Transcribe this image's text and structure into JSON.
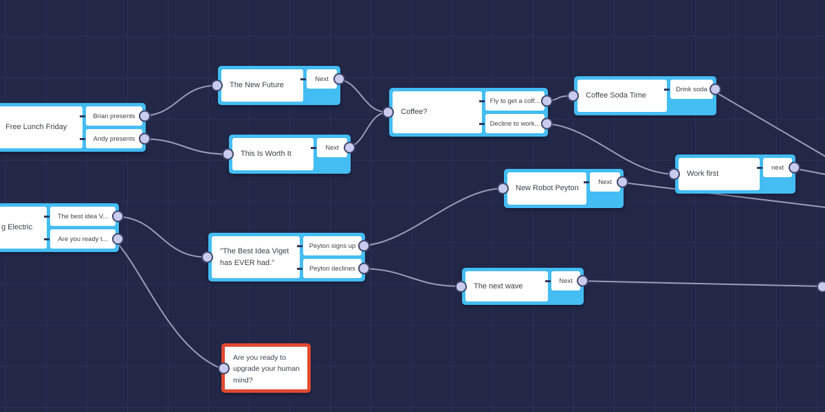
{
  "canvas": {
    "background": "#232849",
    "grid_color": "#2c3156"
  },
  "palette": {
    "node_accent": "#44bdf3",
    "alert_accent": "#e14a30",
    "wire": "#9c9fb8",
    "port_fill": "#c9cbee",
    "port_ring": "#3f4569"
  },
  "nodes": [
    {
      "id": "free-lunch-friday",
      "title": "Free Lunch Friday",
      "outputs": [
        "Brian presents",
        "Andy presents"
      ]
    },
    {
      "id": "the-new-future",
      "title": "The New Future",
      "outputs": [
        "Next"
      ]
    },
    {
      "id": "this-is-worth-it",
      "title": "This Is Worth It",
      "outputs": [
        "Next"
      ]
    },
    {
      "id": "coffee",
      "title": "Coffee?",
      "outputs": [
        "Fly to get a coff...",
        "Decline to work..."
      ]
    },
    {
      "id": "coffee-soda-time",
      "title": "Coffee Soda Time",
      "outputs": [
        "Drink soda"
      ]
    },
    {
      "id": "work-first",
      "title": "Work first",
      "outputs": [
        "next"
      ]
    },
    {
      "id": "new-robot-peyton",
      "title": "New Robot Peyton",
      "outputs": [
        "Next"
      ]
    },
    {
      "id": "electric",
      "title": "g Electric",
      "outputs": [
        "The best idea V...",
        "Are you ready t..."
      ]
    },
    {
      "id": "best-idea",
      "title": "\"The Best Idea Viget has EVER had.\"",
      "outputs": [
        "Peyton signs up",
        "Peyton declines"
      ]
    },
    {
      "id": "the-next-wave",
      "title": "The next wave",
      "outputs": [
        "Next"
      ]
    },
    {
      "id": "upgrade-mind",
      "title": "Are you ready to upgrade your human mind?",
      "outputs": [],
      "variant": "alert"
    }
  ],
  "connections": [
    {
      "from": "free-lunch-friday.0",
      "to": "the-new-future"
    },
    {
      "from": "free-lunch-friday.1",
      "to": "this-is-worth-it"
    },
    {
      "from": "the-new-future.0",
      "to": "coffee"
    },
    {
      "from": "this-is-worth-it.0",
      "to": "coffee"
    },
    {
      "from": "coffee.0",
      "to": "coffee-soda-time"
    },
    {
      "from": "coffee.1",
      "to": "work-first"
    },
    {
      "from": "coffee-soda-time.0",
      "to": "offscreen-right-a"
    },
    {
      "from": "work-first.0",
      "to": "offscreen-right-b"
    },
    {
      "from": "new-robot-peyton.0",
      "to": "offscreen-right-c"
    },
    {
      "from": "electric.0",
      "to": "best-idea"
    },
    {
      "from": "electric.1",
      "to": "upgrade-mind"
    },
    {
      "from": "best-idea.0",
      "to": "new-robot-peyton"
    },
    {
      "from": "best-idea.1",
      "to": "the-next-wave"
    },
    {
      "from": "the-next-wave.0",
      "to": "offscreen-right-port"
    }
  ]
}
